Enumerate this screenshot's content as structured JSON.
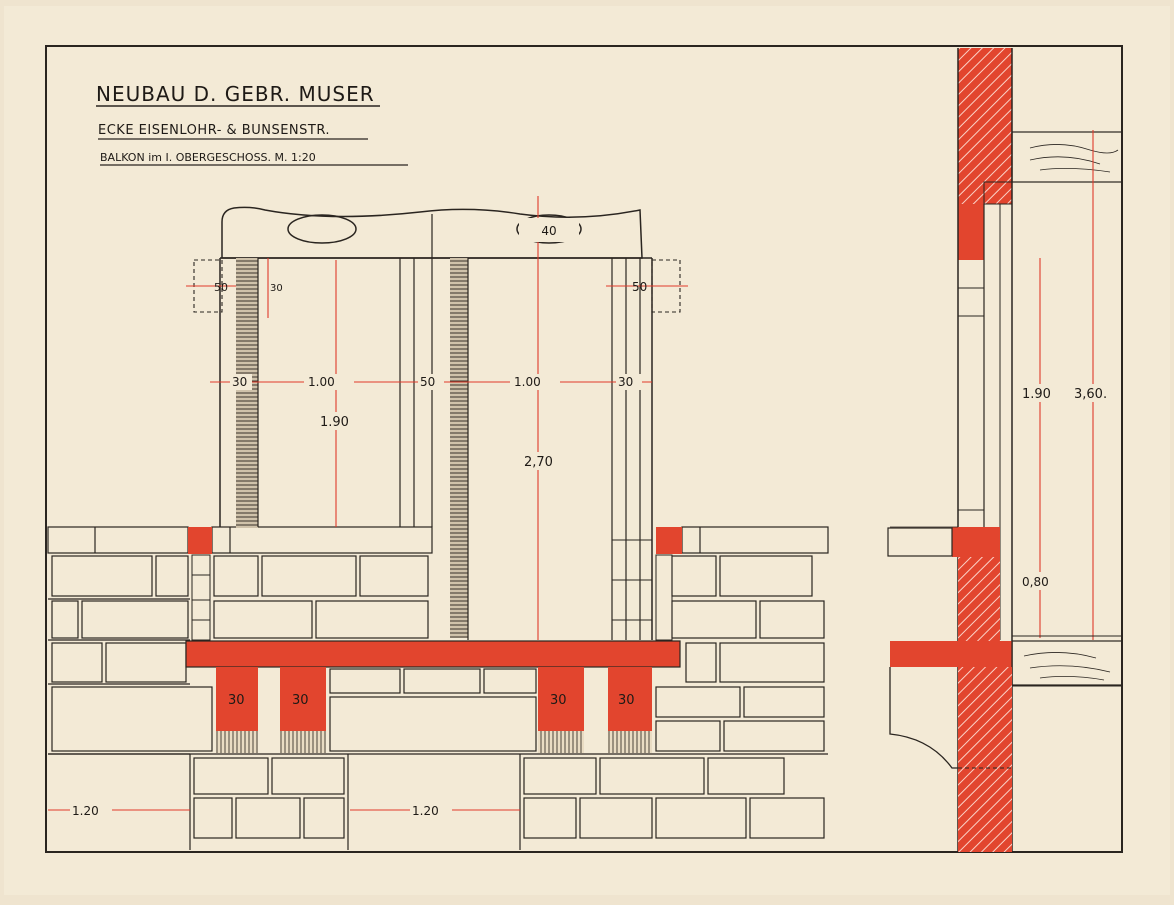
{
  "title": {
    "line1": "NEUBAU D. GEBR. MUSER",
    "line2": "ECKE EISENLOHR- & BUNSENSTR.",
    "line3": "BALKON im I. OBERGESCHOSS.   M. 1:20"
  },
  "dimensions": {
    "d_40": "40",
    "d_50_left": "50",
    "d_30_top": "30",
    "d_50_right": "50",
    "d_30_a": "30",
    "d_100_a": "1.00",
    "d_50_mid": "50",
    "d_100_b": "1.00",
    "d_30_b": "30",
    "d_190_front": "1.90",
    "d_270": "2,70",
    "d_190_side": "1.90",
    "d_360": "3,60.",
    "d_080": "0,80",
    "d_120_left": "1.20",
    "d_120_right": "1.20",
    "bracket_1": "30",
    "bracket_2": "30",
    "bracket_3": "30",
    "bracket_4": "30"
  },
  "colors": {
    "paper": "#efe4cf",
    "ink": "#2a2520",
    "red": "#e2452e"
  }
}
